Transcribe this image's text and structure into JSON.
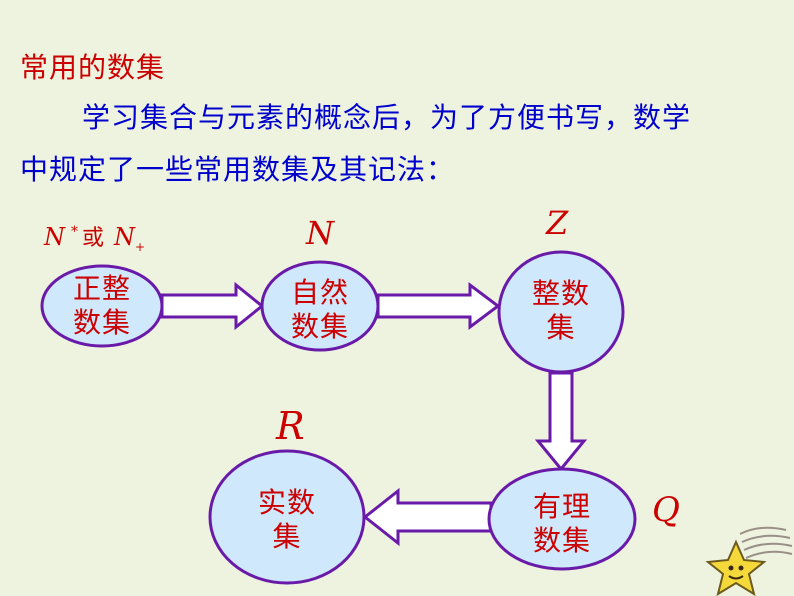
{
  "heading": "常用的数集",
  "paragraph": {
    "line1": "学习集合与元素的概念后，为了方便书写，数学",
    "line2": "中规定了一些常用数集及其记法："
  },
  "nodes": {
    "positive_integers": {
      "line1": "正整",
      "line2": "数集",
      "symbol_main": "N",
      "symbol_sup": "*",
      "symbol_or": "或",
      "symbol_alt": "N",
      "symbol_sub": "+"
    },
    "natural_numbers": {
      "line1": "自然",
      "line2": "数集",
      "symbol": "N"
    },
    "integers": {
      "line1": "整数",
      "line2": "集",
      "symbol": "Z"
    },
    "rationals": {
      "line1": "有理",
      "line2": "数集",
      "symbol": "Q"
    },
    "reals": {
      "line1": "实数",
      "line2": "集",
      "symbol": "R"
    }
  },
  "colors": {
    "background": "#eef3df",
    "node_fill": "#cfe8fb",
    "outline": "#6a1aa8",
    "text_red": "#cc0000",
    "text_blue": "#0000cc"
  }
}
